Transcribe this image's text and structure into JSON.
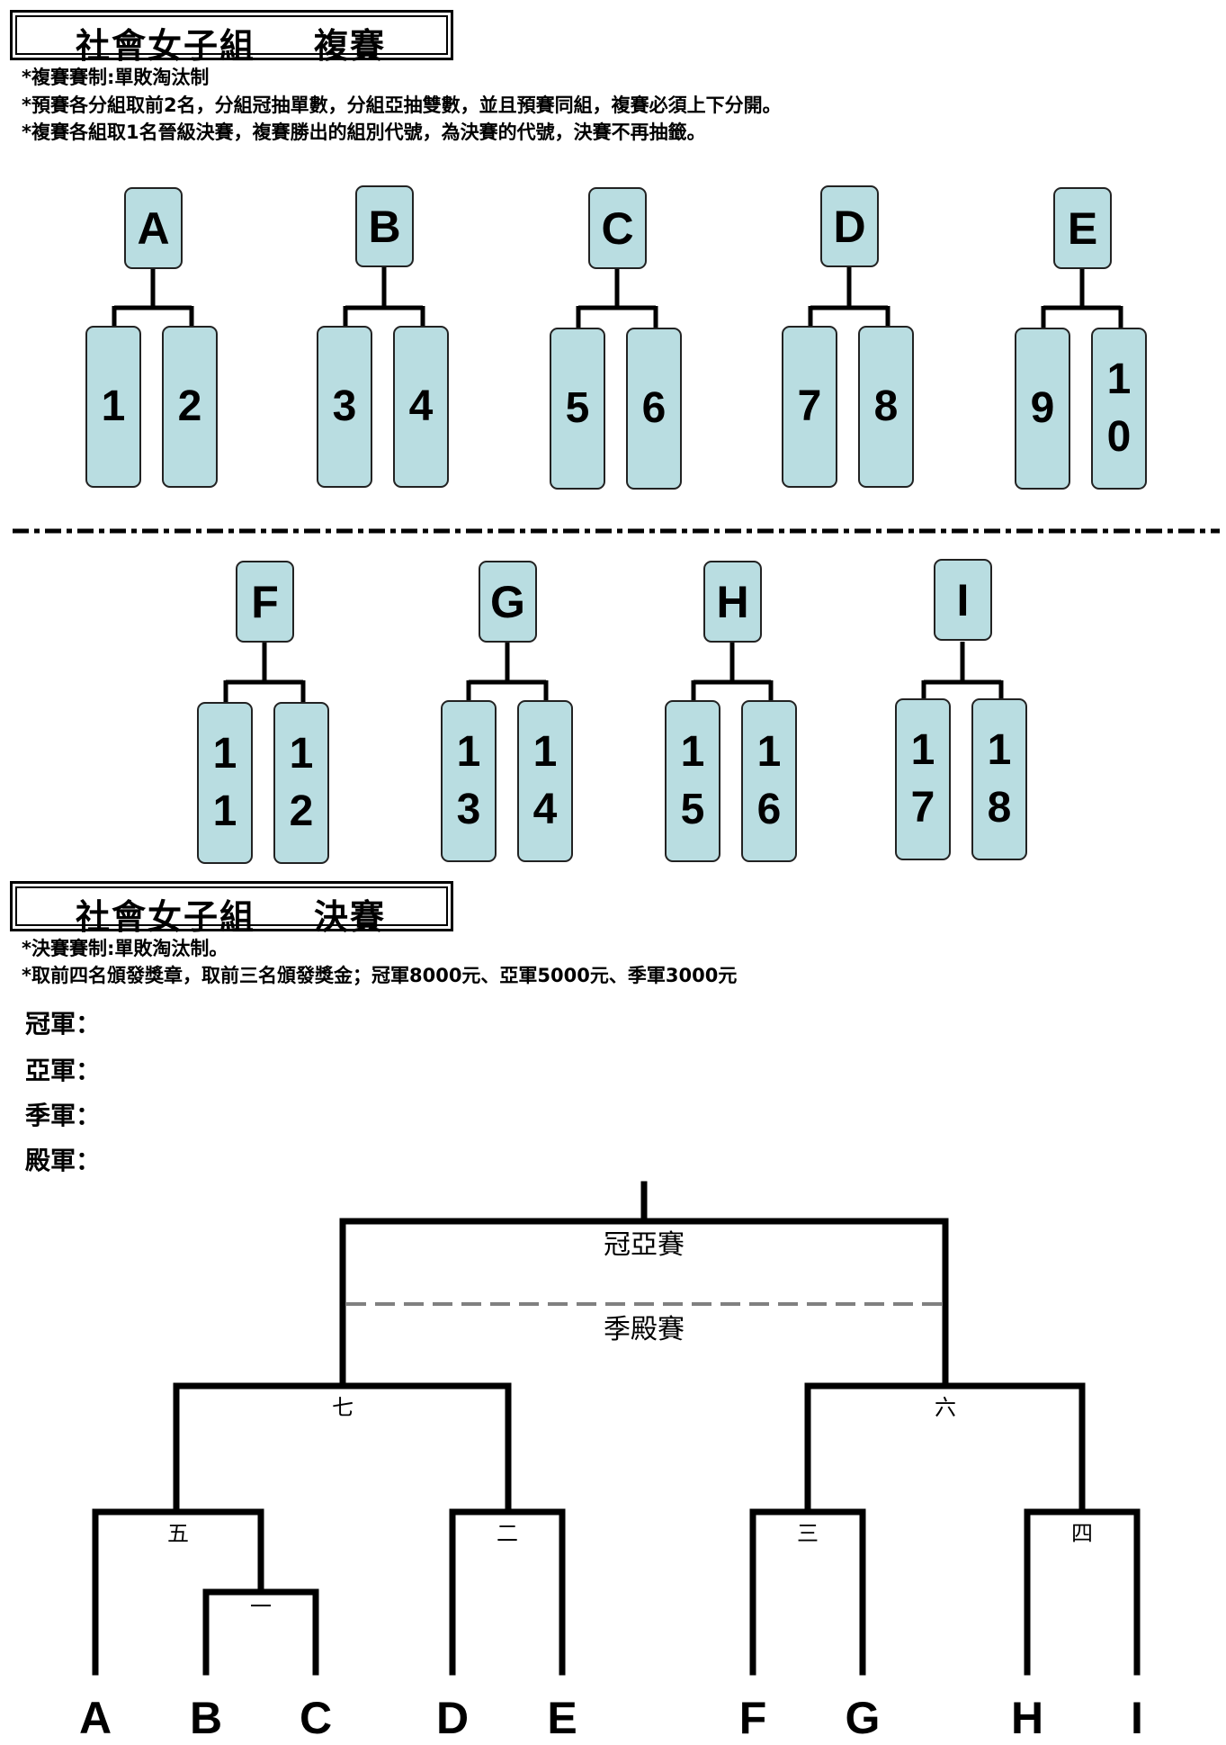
{
  "section1": {
    "title_left": "社會女子組",
    "title_right": "複賽",
    "rules": [
      "*複賽賽制:單敗淘汰制",
      "*預賽各分組取前2名，分組冠抽單數，分組亞抽雙數，並且預賽同組，複賽必須上下分開。",
      "*複賽各組取1名晉級決賽，複賽勝出的組別代號，為決賽的代號，決賽不再抽籤。"
    ]
  },
  "groups_row1": [
    {
      "letter": "A",
      "seeds": [
        "1",
        "2"
      ]
    },
    {
      "letter": "B",
      "seeds": [
        "3",
        "4"
      ]
    },
    {
      "letter": "C",
      "seeds": [
        "5",
        "6"
      ]
    },
    {
      "letter": "D",
      "seeds": [
        "7",
        "8"
      ]
    },
    {
      "letter": "E",
      "seeds": [
        "9",
        "10"
      ]
    }
  ],
  "groups_row2": [
    {
      "letter": "F",
      "seeds": [
        "11",
        "12"
      ]
    },
    {
      "letter": "G",
      "seeds": [
        "13",
        "14"
      ]
    },
    {
      "letter": "H",
      "seeds": [
        "15",
        "16"
      ]
    },
    {
      "letter": "I",
      "seeds": [
        "17",
        "18"
      ]
    }
  ],
  "section2": {
    "title_left": "社會女子組",
    "title_right": "決賽",
    "rules": [
      "*決賽賽制:單敗淘汰制。",
      "*取前四名頒發獎章，取前三名頒發獎金；冠軍8000元、亞軍5000元、季軍3000元"
    ],
    "awards": [
      "冠軍：",
      "亞軍：",
      "季軍：",
      "殿軍："
    ]
  },
  "bracket": {
    "final_label": "冠亞賽",
    "third_label": "季殿賽",
    "match_labels": {
      "m1": "一",
      "m2": "二",
      "m3": "三",
      "m4": "四",
      "m5": "五",
      "m6": "六",
      "m7": "七"
    },
    "teams": [
      "A",
      "B",
      "C",
      "D",
      "E",
      "F",
      "G",
      "H",
      "I"
    ]
  }
}
